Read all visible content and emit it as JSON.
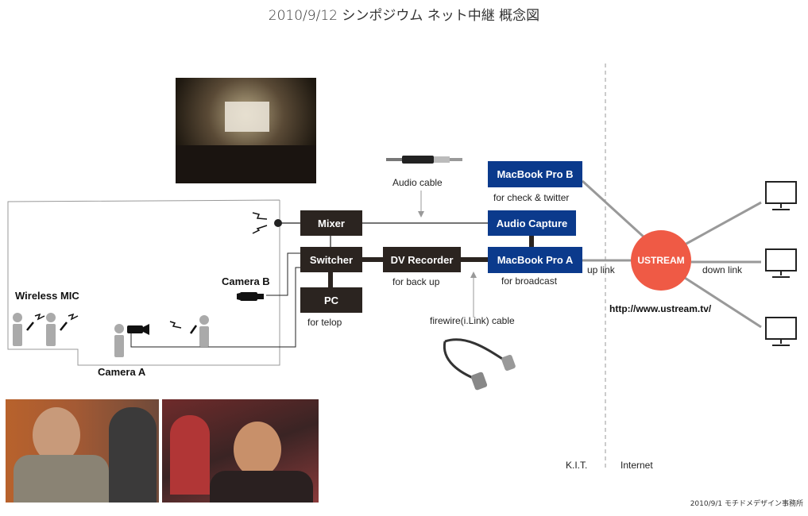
{
  "title": "2010/9/12 シンポジウム ネット中継 概念図",
  "nodes": {
    "mixer": "Mixer",
    "switcher": "Switcher",
    "pc": "PC",
    "dv_recorder": "DV Recorder",
    "macbook_b": "MacBook Pro B",
    "audio_capture": "Audio Capture",
    "macbook_a": "MacBook Pro A",
    "ustream": "USTREAM"
  },
  "labels": {
    "audio_cable": "Audio cable",
    "for_check_twitter": "for check & twitter",
    "for_back_up": "for back up",
    "for_broadcast": "for broadcast",
    "for_telop": "for telop",
    "firewire_cable": "firewire(i.Link) cable",
    "up_link": "up link",
    "down_link": "down link",
    "url": "http://www.ustream.tv/",
    "wireless_mic": "Wireless MIC",
    "camera_a": "Camera A",
    "camera_b": "Camera B",
    "kit": "K.I.T.",
    "internet": "Internet"
  },
  "credit": "2010/9/1 モチドメデザイン事務所",
  "colors": {
    "dark_box": "#2b2420",
    "blue_box": "#0b3a8c",
    "ustream": "#ef5a45"
  }
}
